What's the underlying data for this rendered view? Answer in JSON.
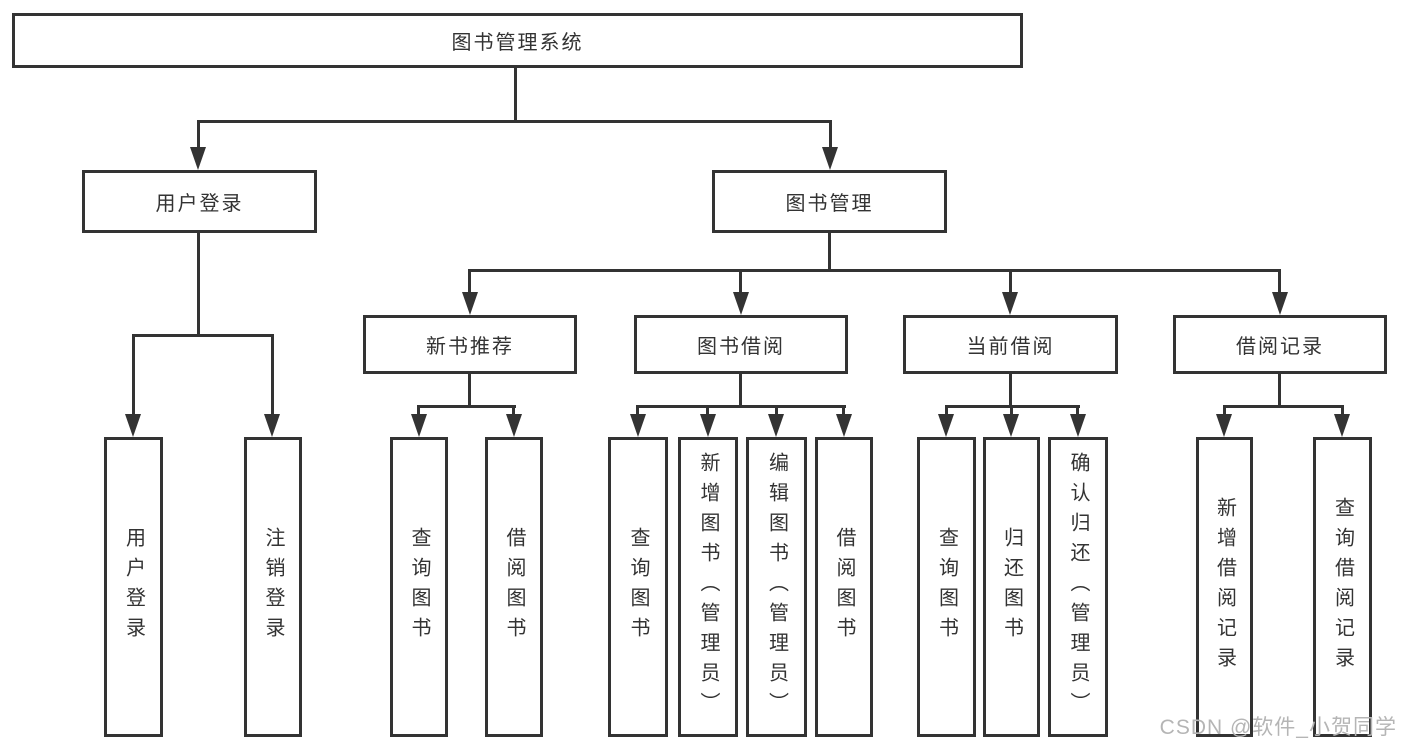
{
  "tree": {
    "root": {
      "label": "图书管理系统"
    },
    "children": [
      {
        "label": "用户登录",
        "children": [
          {
            "label": "用户登录"
          },
          {
            "label": "注销登录"
          }
        ]
      },
      {
        "label": "图书管理",
        "children": [
          {
            "label": "新书推荐",
            "children": [
              {
                "label": "查询图书"
              },
              {
                "label": "借阅图书"
              }
            ]
          },
          {
            "label": "图书借阅",
            "children": [
              {
                "label": "查询图书"
              },
              {
                "label": "新增图书（管理员）"
              },
              {
                "label": "编辑图书（管理员）"
              },
              {
                "label": "借阅图书"
              }
            ]
          },
          {
            "label": "当前借阅",
            "children": [
              {
                "label": "查询图书"
              },
              {
                "label": "归还图书"
              },
              {
                "label": "确认归还（管理员）"
              }
            ]
          },
          {
            "label": "借阅记录",
            "children": [
              {
                "label": "新增借阅记录"
              },
              {
                "label": "查询借阅记录"
              }
            ]
          }
        ]
      }
    ]
  },
  "watermark": "CSDN @软件_小贺同学",
  "colors": {
    "line": "#333333",
    "text": "#333333",
    "watermark": "#b5b5b5"
  }
}
